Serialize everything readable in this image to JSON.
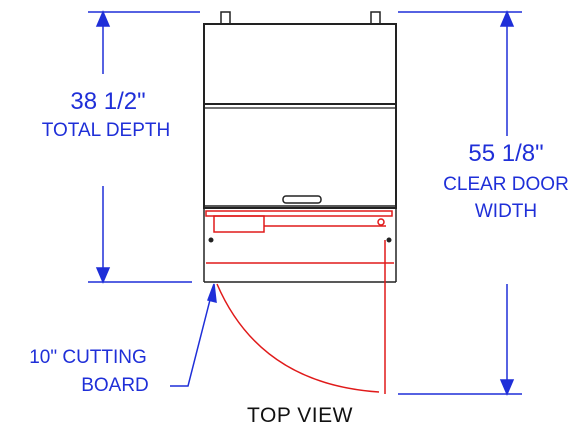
{
  "colors": {
    "dimension": "#1f2fd8",
    "outline": "#222222",
    "door": "#e01a1a"
  },
  "labels": {
    "total_depth_value": "38 1/2\"",
    "total_depth_caption": "TOTAL DEPTH",
    "door_width_value": "55 1/8\"",
    "door_width_line1": "CLEAR DOOR",
    "door_width_line2": "WIDTH",
    "cutting_board_line1": "10\" CUTTING",
    "cutting_board_line2": "BOARD",
    "view_title": "TOP VIEW"
  }
}
